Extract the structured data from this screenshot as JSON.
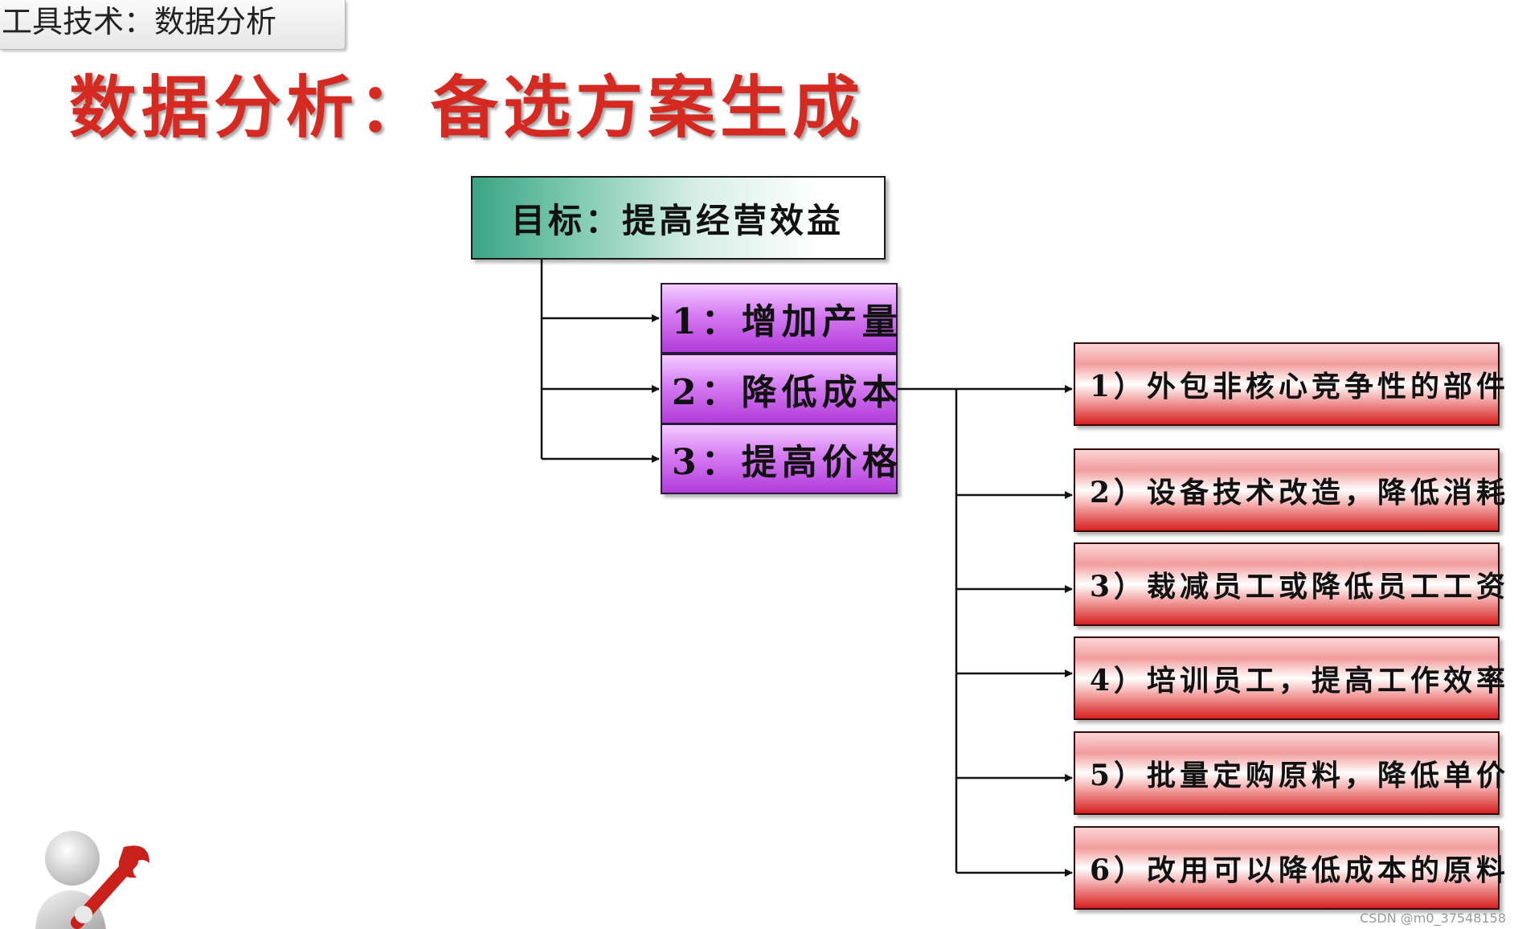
{
  "header": {
    "tab_label": "工具技术：数据分析",
    "title": "数据分析：备选方案生成"
  },
  "tree": {
    "goal": "目标：提高经营效益",
    "strategies": [
      "1：增加产量",
      "2：降低成本",
      "3：提高价格"
    ],
    "options": [
      "1）外包非核心竞争性的部件",
      "2）设备技术改造，降低消耗",
      "3）裁减员工或降低员工工资",
      "4）培训员工，提高工作效率",
      "5）批量定购原料，降低单价",
      "6）改用可以降低成本的原料"
    ]
  },
  "footer": {
    "watermark": "CSDN @m0_37548158"
  },
  "icons": {
    "mascot": "person-with-wrench-icon"
  },
  "colors": {
    "title": "#d42a22",
    "goal": "#3aa484",
    "strategy": "#c455e8",
    "option": "#d62020"
  }
}
